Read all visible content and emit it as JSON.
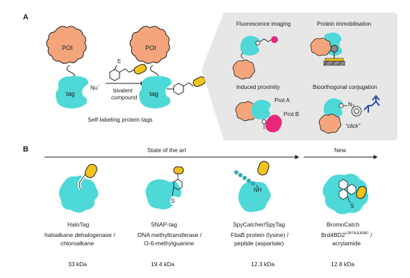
{
  "colors": {
    "poi": "#F4A57C",
    "tag": "#4FD8D8",
    "tag_dark": "#29BFC3",
    "compound": "#F2C31A",
    "pink": "#E8267A",
    "panel_bg": "#E7E7E7",
    "ink": "#1a1a1a",
    "antibody": "#2A4BA8",
    "grey": "#8A8A8A",
    "bead": "#2DA6B3"
  },
  "panel_a": {
    "letter": "A",
    "poi_label_1": "POI",
    "poi_label_2": "POI",
    "tag_label_1": "tag",
    "tag_label_2": "tag",
    "nu_label": "Nu",
    "nu_charge": "−",
    "e_label": "E",
    "arrow_caption_1": "bivalent",
    "arrow_caption_2": "compound",
    "caption": "Self-labeling protein tags",
    "applications": [
      {
        "title": "Fluorescence imaging"
      },
      {
        "title": "Protein immobilisation"
      },
      {
        "title": "Induced proximity",
        "prot_a": "Prot A",
        "prot_b": "Prot B"
      },
      {
        "title": "Bioorthogonal conjugation",
        "azide": "N",
        "azide_sub": "3",
        "click": "\"click\""
      }
    ]
  },
  "panel_b": {
    "letter": "B",
    "state_of_the_art": "State of the art",
    "new": "New",
    "tags": [
      {
        "name": "HaloTag",
        "desc_1": "haloalkane dehalogenase /",
        "desc_2": "chloroalkane",
        "mass": "33 kDa"
      },
      {
        "name": "SNAP-tag",
        "desc_1": "DNA methyltransferase /",
        "desc_2": "O-6-methylguanine",
        "mass": "19.4 kDa"
      },
      {
        "name": "SpyCatcher/SpyTag",
        "desc_1": "FbaB protein (lysine) /",
        "desc_2": "peptide (aspartate)",
        "mass": "12.3 kDa"
      },
      {
        "name": "BromoCatch",
        "desc_1_main": "Brd4BD2",
        "desc_1_sup": "L387A,E438C",
        "desc_1_tail": " /",
        "desc_2": "acrylamide",
        "mass": "12.8 kDa"
      }
    ],
    "snap_s": "S",
    "spy_nh": "NH",
    "bromo_s": "S"
  }
}
